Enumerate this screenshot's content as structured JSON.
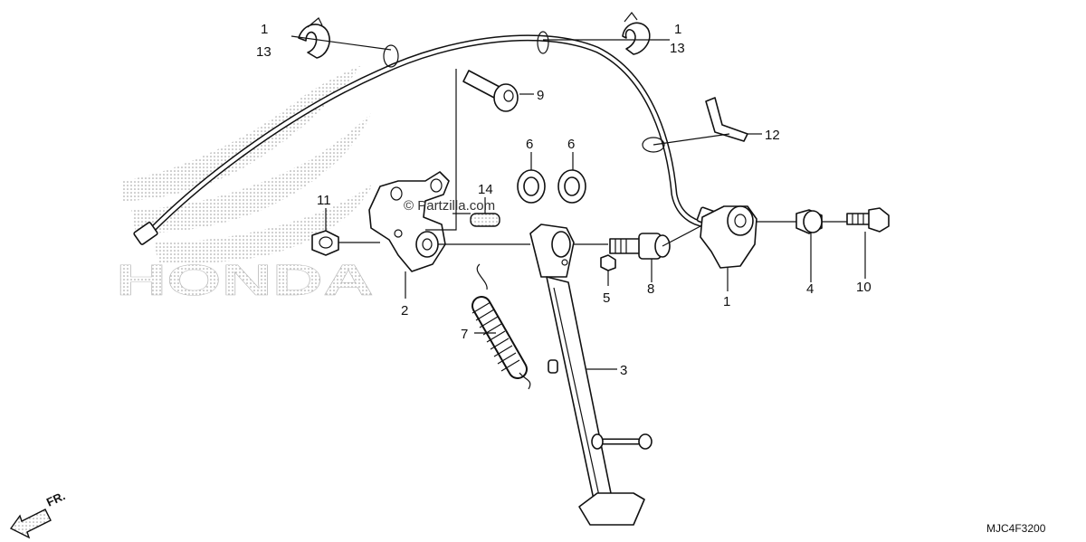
{
  "diagram": {
    "brand_logo": "HONDA",
    "watermark": "© Partzilla.com",
    "figure_code": "MJC4F3200",
    "direction_label": "FR.",
    "callouts": [
      {
        "id": "c1a",
        "lines": [
          "1",
          "13"
        ]
      },
      {
        "id": "c1b",
        "lines": [
          "1",
          "13"
        ]
      },
      {
        "id": "c9",
        "lines": [
          "9"
        ]
      },
      {
        "id": "c12",
        "lines": [
          "12"
        ]
      },
      {
        "id": "c6a",
        "lines": [
          "6"
        ]
      },
      {
        "id": "c6b",
        "lines": [
          "6"
        ]
      },
      {
        "id": "c14",
        "lines": [
          "14"
        ]
      },
      {
        "id": "c11",
        "lines": [
          "11"
        ]
      },
      {
        "id": "c2",
        "lines": [
          "2"
        ]
      },
      {
        "id": "c5",
        "lines": [
          "5"
        ]
      },
      {
        "id": "c8",
        "lines": [
          "8"
        ]
      },
      {
        "id": "c1",
        "lines": [
          "1"
        ]
      },
      {
        "id": "c4",
        "lines": [
          "4"
        ]
      },
      {
        "id": "c10",
        "lines": [
          "10"
        ]
      },
      {
        "id": "c7",
        "lines": [
          "7"
        ]
      },
      {
        "id": "c3",
        "lines": [
          "3"
        ]
      }
    ]
  }
}
